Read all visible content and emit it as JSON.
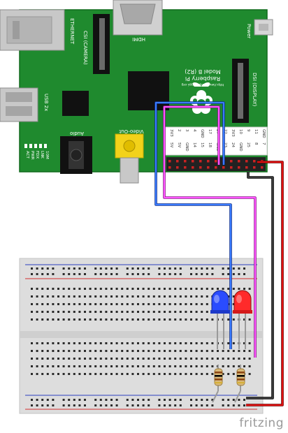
{
  "board": {
    "model_line1": "Raspberry Pi",
    "model_line2": "Model B (R2)",
    "url": "http://www.raspberrypi.org",
    "ethernet_label": "ETHERNET",
    "hdmi_label": "HDMI",
    "power_label": "Power",
    "camera_label": "CSI (CAMERA)",
    "display_label": "DSI (DISPLAY)",
    "usb_label": "USB 2x",
    "audio_label": "Audio",
    "video_label": "Video-Out",
    "led_labels": [
      "ACT",
      "PWR",
      "FDX",
      "LNK",
      "10M"
    ],
    "gpio_top": [
      "5V",
      "5V",
      "GND",
      "14",
      "15",
      "18",
      "GND",
      "23",
      "24",
      "GND",
      "25",
      "8",
      "7"
    ],
    "gpio_bottom": [
      "3V3",
      "2",
      "3",
      "4",
      "GND",
      "17",
      "27",
      "22",
      "3V3",
      "10",
      "9",
      "11",
      "GND"
    ]
  },
  "brand": "fritzing",
  "colors": {
    "board": "#1f8a2e",
    "wire_blue": "#1f5fbf",
    "wire_magenta": "#e23be2",
    "wire_red": "#c80000",
    "wire_black": "#111111",
    "led_blue": "#2a4cff",
    "led_red": "#ff2a2a"
  }
}
